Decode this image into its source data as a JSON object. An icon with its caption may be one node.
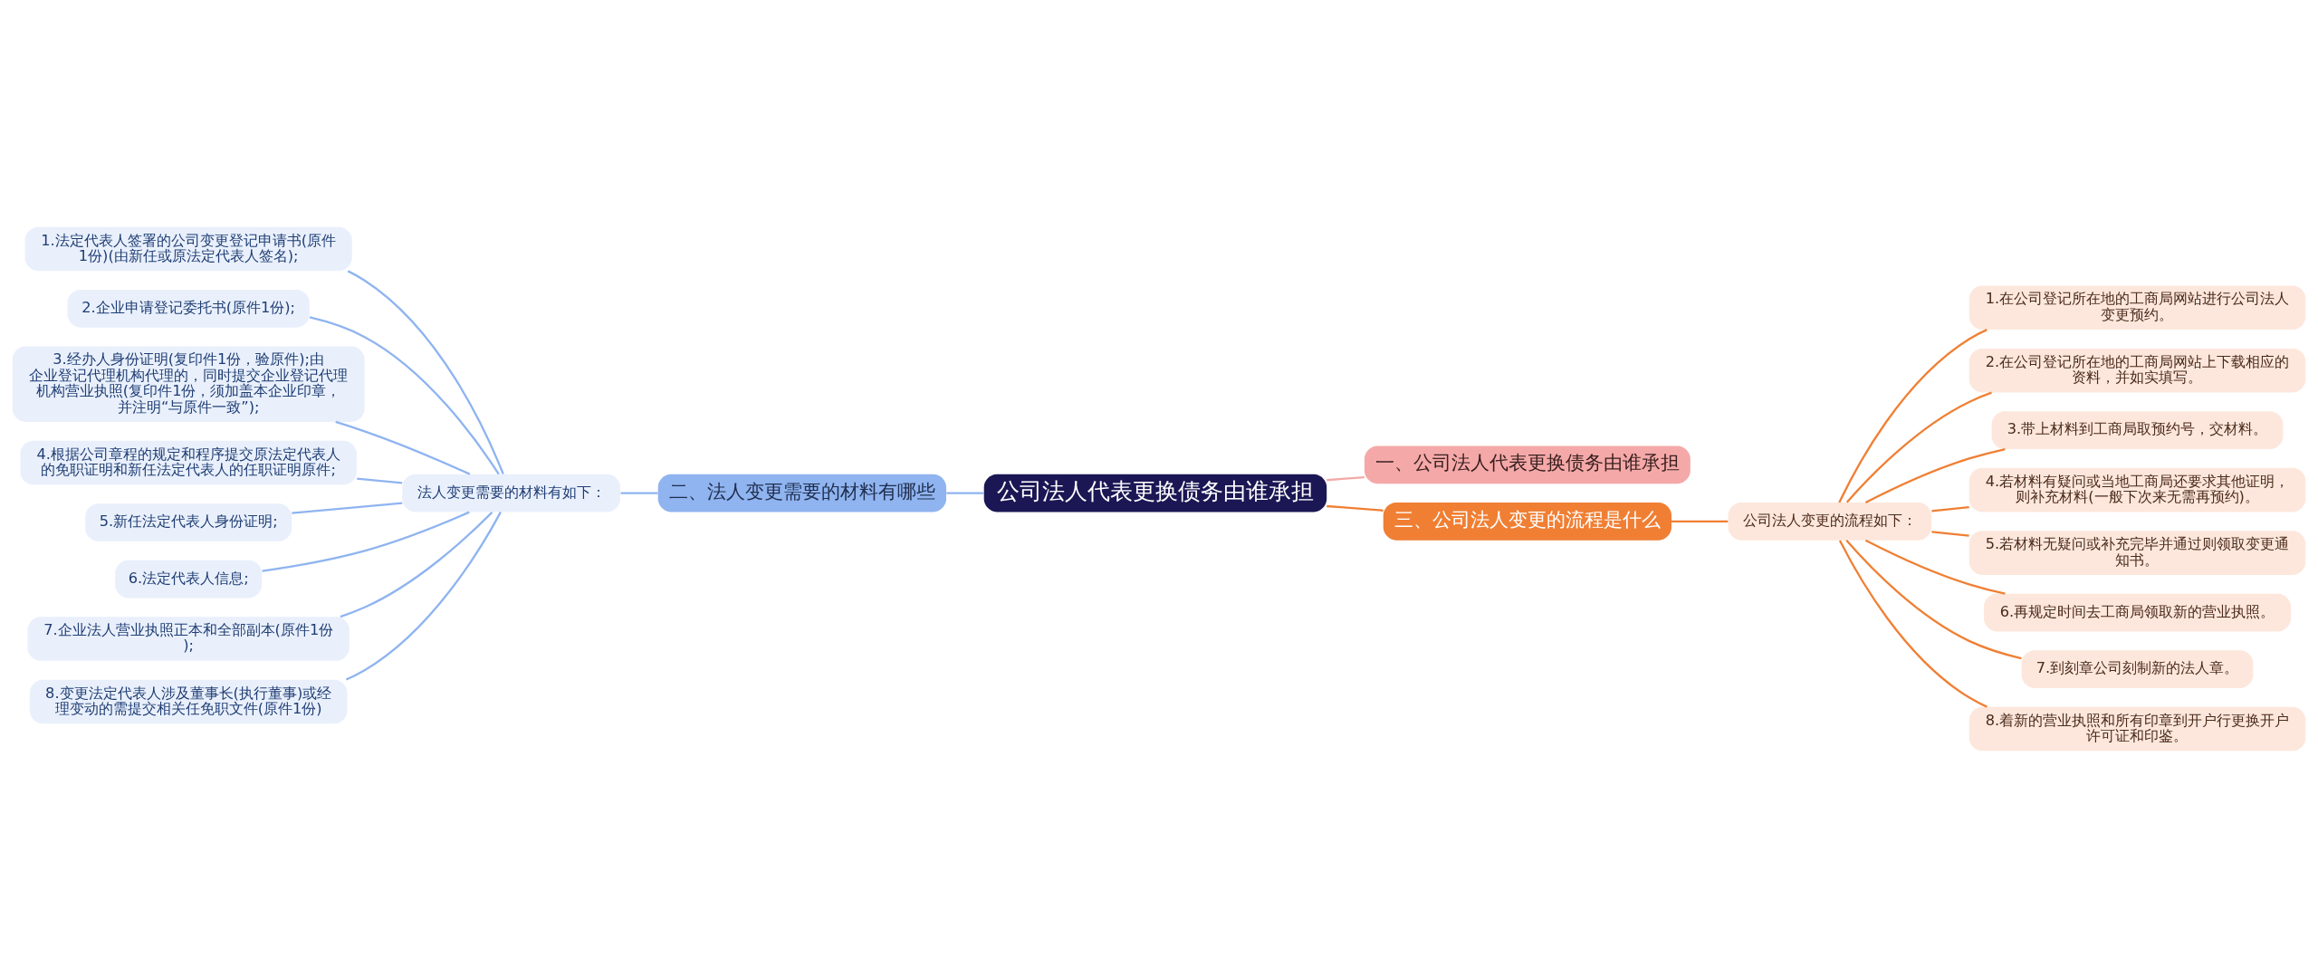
{
  "diagram": {
    "nodes": [
      {
        "text": [
          "公司法人代表更换债务由谁承担"
        ]
      },
      {
        "text": [
          "二、法人变更需要的材料有哪些"
        ]
      },
      {
        "text": [
          "法人变更需要的材料有如下："
        ]
      },
      {
        "text": [
          "1.法定代表人签署的公司变更登记申请书(原件1份)(由新任或原法定代表人签名);"
        ]
      },
      {
        "text": [
          "2.企业申请登记委托书(原件1份);"
        ]
      },
      {
        "text": [
          "3.经办人身份证明(复印件1份，验原件);由企业登记代理机构代理的，同时提交企业登记代理机构营业执照(复印件1份，须加盖本企业印章，并注明“与原件一致”);"
        ]
      },
      {
        "text": [
          "4.根据公司章程的规定和程序提交原法定代表人的免职证明和新任法定代表人的任职证明原件;"
        ]
      },
      {
        "text": [
          "5.新任法定代表人身份证明;"
        ]
      },
      {
        "text": [
          "6.法定代表人信息;"
        ]
      },
      {
        "text": [
          "7.企业法人营业执照正本和全部副本(原件1份);"
        ]
      },
      {
        "text": [
          "8.变更法定代表人涉及董事长(执行董事)或经理变动的需提交相关任免职文件(原件1份)"
        ]
      },
      {
        "text": [
          "一、公司法人代表更换债务由谁承担"
        ]
      },
      {
        "text": [
          "三、公司法人变更的流程是什么"
        ]
      },
      {
        "text": [
          "公司法人变更的流程如下："
        ]
      },
      {
        "text": [
          "1.在公司登记所在地的工商局网站进行公司法人变更预约。"
        ]
      },
      {
        "text": [
          "2.在公司登记所在地的工商局网站上下载相应的资料，并如实填写。"
        ]
      },
      {
        "text": [
          "3.带上材料到工商局取预约号，交材料。"
        ]
      },
      {
        "text": [
          "4.若材料有疑问或当地工商局还要求其他证明，则补充材料(一般下次来无需再预约)。"
        ]
      },
      {
        "text": [
          "5.若材料无疑问或补充完毕并通过则领取变更通知书。"
        ]
      },
      {
        "text": [
          "6.再规定时间去工商局领取新的营业执照。"
        ]
      },
      {
        "text": [
          "7.到刻章公司刻制新的法人章。"
        ]
      },
      {
        "text": [
          "8.着新的营业执照和所有印章到开户行更换开户许可证和印鉴。"
        ]
      }
    ],
    "edges": [
      {
        "from": 0,
        "to": 1,
        "arrow": "none",
        "color": "#8fb4f0"
      },
      {
        "from": 1,
        "to": 2,
        "arrow": "none",
        "color": "#8fb4f0"
      },
      {
        "from": 2,
        "to": 3,
        "arrow": "none",
        "color": "#8fb4f0"
      },
      {
        "from": 2,
        "to": 4,
        "arrow": "none",
        "color": "#8fb4f0"
      },
      {
        "from": 2,
        "to": 5,
        "arrow": "none",
        "color": "#8fb4f0"
      },
      {
        "from": 2,
        "to": 6,
        "arrow": "none",
        "color": "#8fb4f0"
      },
      {
        "from": 2,
        "to": 7,
        "arrow": "none",
        "color": "#8fb4f0"
      },
      {
        "from": 2,
        "to": 8,
        "arrow": "none",
        "color": "#8fb4f0"
      },
      {
        "from": 2,
        "to": 9,
        "arrow": "none",
        "color": "#8fb4f0"
      },
      {
        "from": 2,
        "to": 10,
        "arrow": "none",
        "color": "#8fb4f0"
      },
      {
        "from": 0,
        "to": 11,
        "arrow": "none",
        "color": "#f4a9a8"
      },
      {
        "from": 0,
        "to": 12,
        "arrow": "none",
        "color": "#f07f34"
      },
      {
        "from": 12,
        "to": 13,
        "arrow": "none",
        "color": "#f07f34"
      },
      {
        "from": 13,
        "to": 14,
        "arrow": "none",
        "color": "#f07f34"
      },
      {
        "from": 13,
        "to": 15,
        "arrow": "none",
        "color": "#f07f34"
      },
      {
        "from": 13,
        "to": 16,
        "arrow": "none",
        "color": "#f07f34"
      },
      {
        "from": 13,
        "to": 17,
        "arrow": "none",
        "color": "#f07f34"
      },
      {
        "from": 13,
        "to": 18,
        "arrow": "none",
        "color": "#f07f34"
      },
      {
        "from": 13,
        "to": 19,
        "arrow": "none",
        "color": "#f07f34"
      },
      {
        "from": 13,
        "to": 20,
        "arrow": "none",
        "color": "#f07f34"
      },
      {
        "from": 13,
        "to": 21,
        "arrow": "none",
        "color": "#f07f34"
      }
    ]
  }
}
